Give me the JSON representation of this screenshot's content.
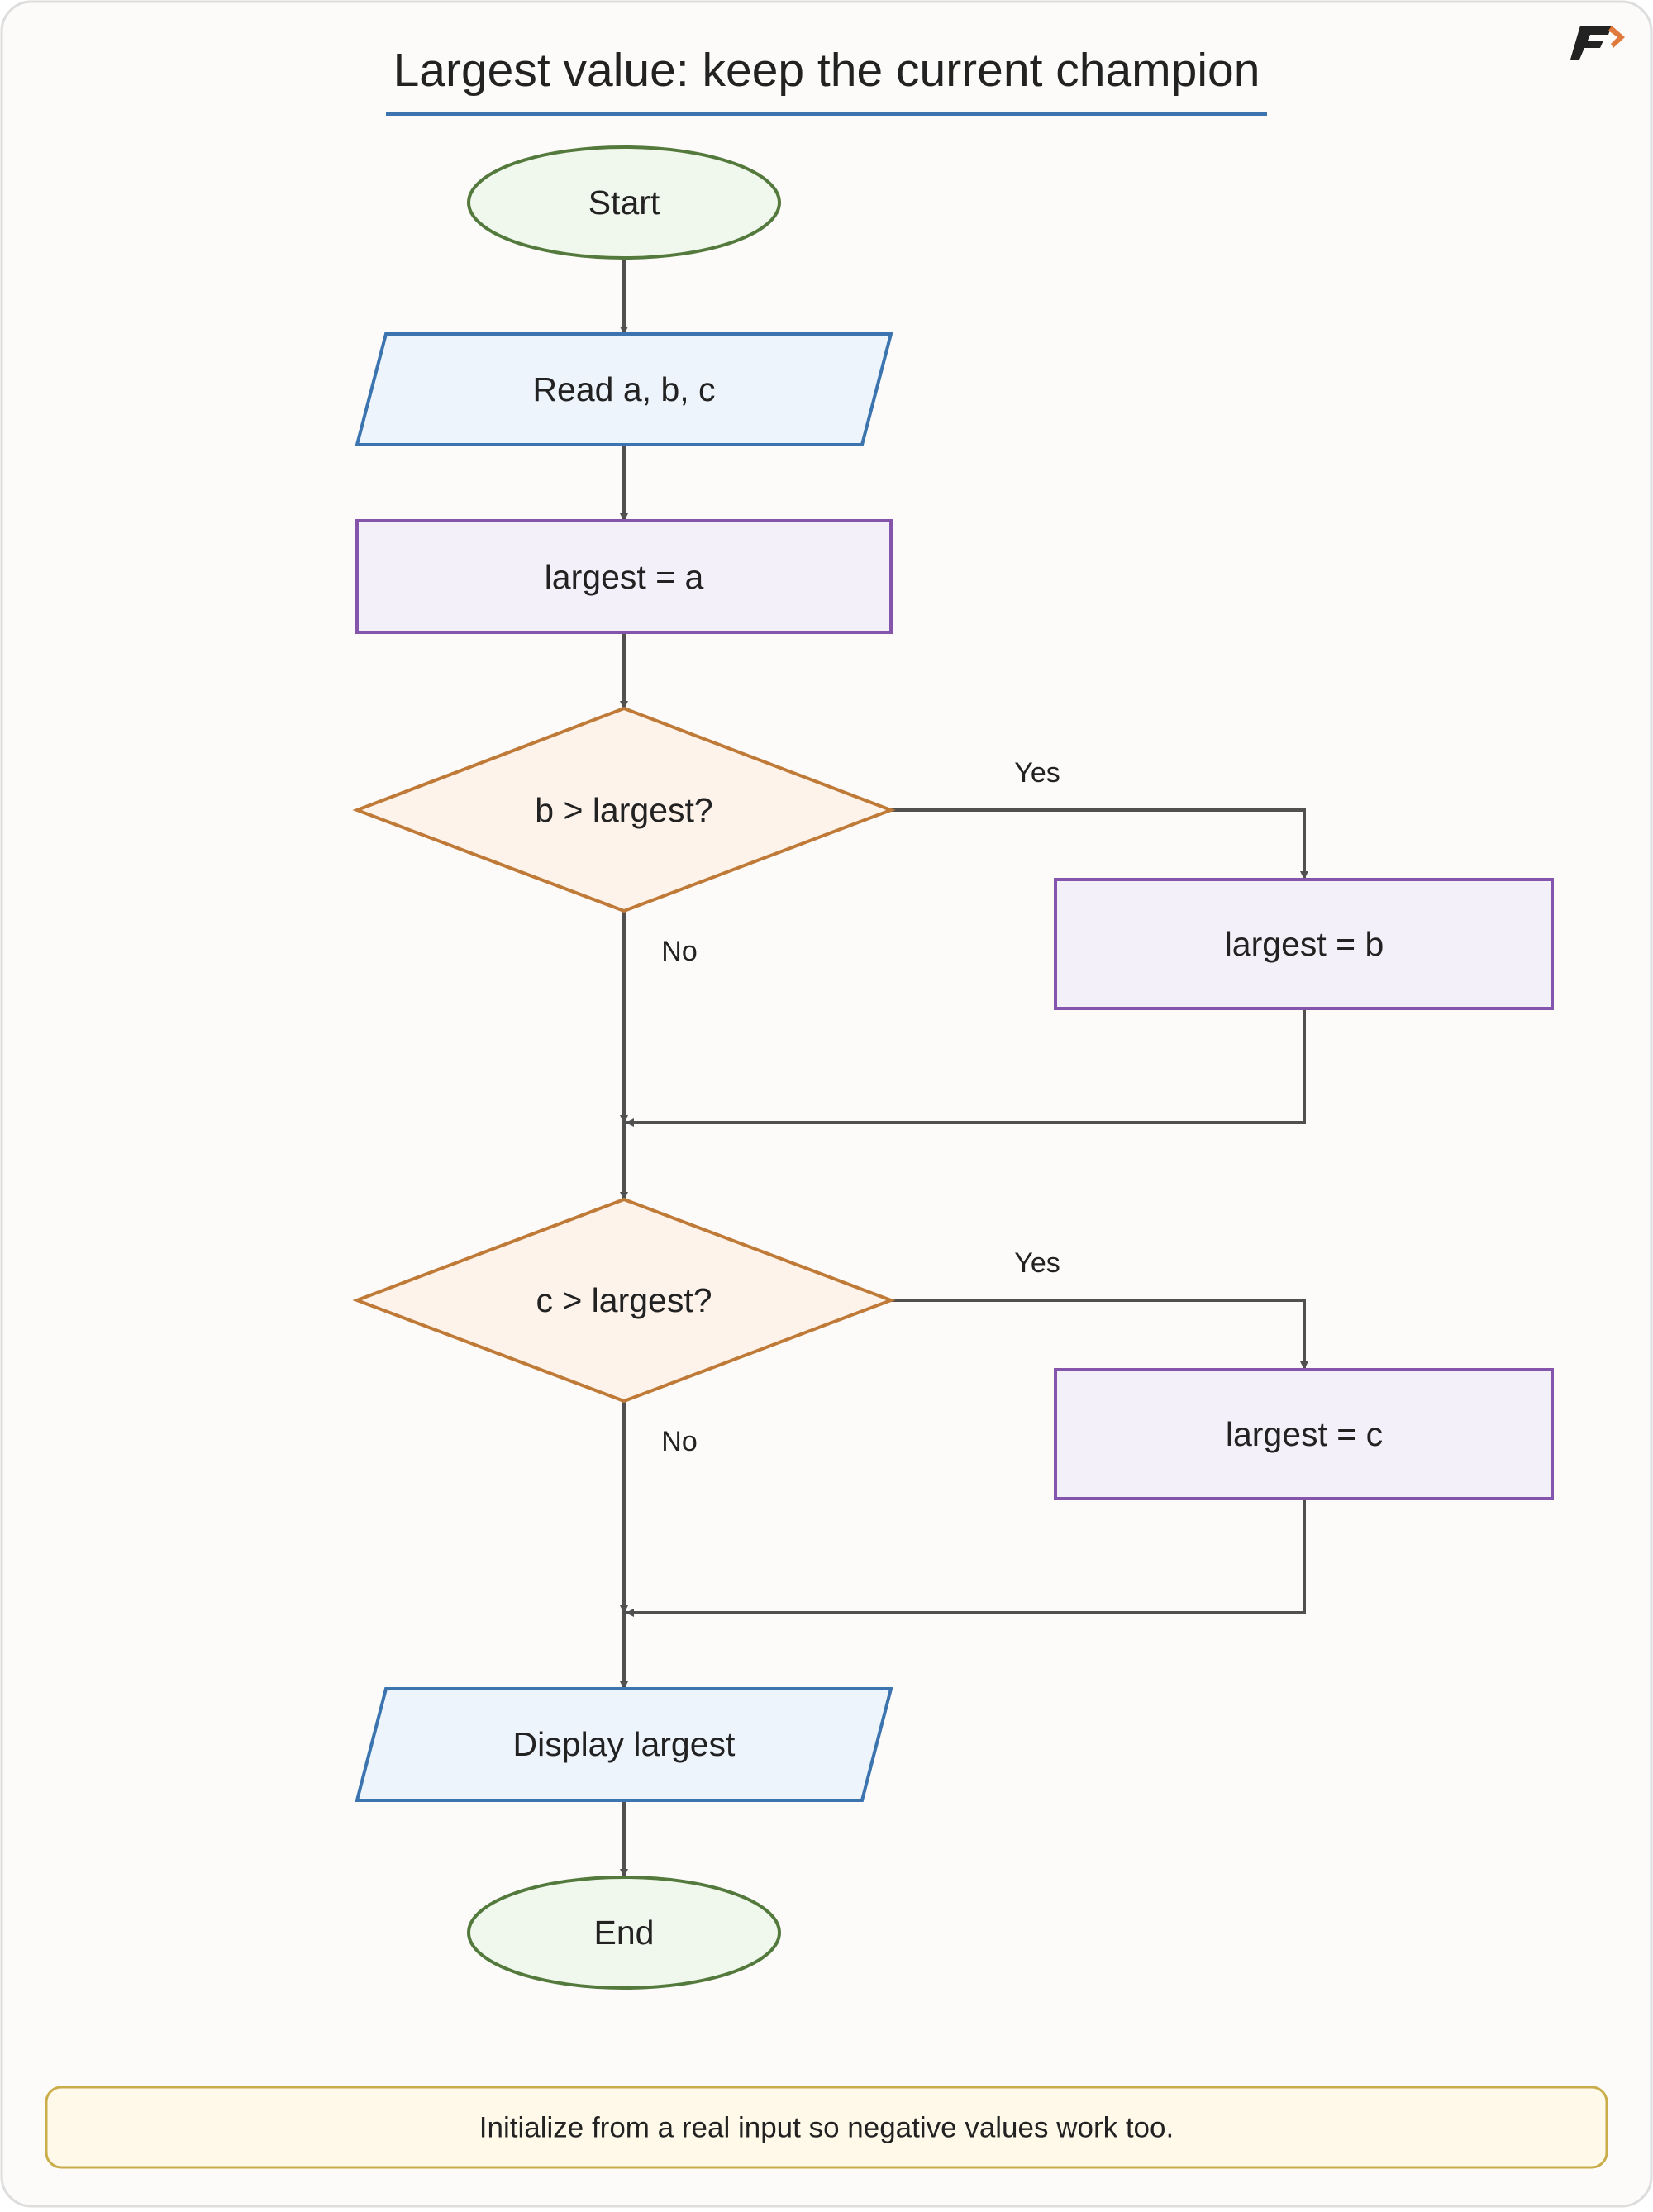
{
  "title": "Largest value: keep the current champion",
  "logo": {
    "icon": "brand-logo-icon",
    "color": "#222222",
    "accent": "#e07a3c"
  },
  "nodes": {
    "start": "Start",
    "read": "Read a, b, c",
    "init": "largest = a",
    "decision_b": "b > largest?",
    "assign_b": "largest = b",
    "decision_c": "c > largest?",
    "assign_c": "largest = c",
    "display": "Display largest",
    "end": "End"
  },
  "edges": {
    "b_yes": "Yes",
    "b_no": "No",
    "c_yes": "Yes",
    "c_no": "No"
  },
  "note": "Initialize from a real input so negative values work too.",
  "colors": {
    "terminal_fill": "#f0f7ec",
    "terminal_stroke": "#537a3c",
    "io_fill": "#edf4fc",
    "io_stroke": "#3b74ae",
    "process_fill": "#f4f0fa",
    "process_stroke": "#8555ab",
    "decision_fill": "#fef3ea",
    "decision_stroke": "#c07a38",
    "arrow": "#505050",
    "title_underline": "#3b74ae",
    "note_fill": "#fff9e9",
    "note_stroke": "#c9ad4a"
  }
}
